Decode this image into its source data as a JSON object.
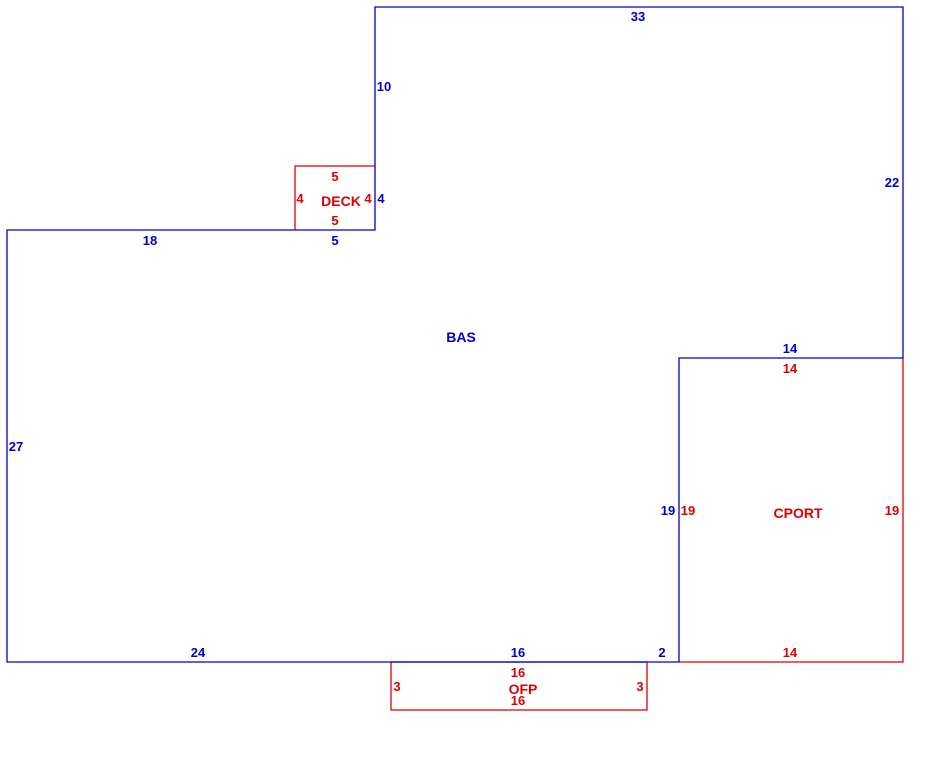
{
  "colors": {
    "bas": "#0000cc",
    "sub": "#dd0000"
  },
  "areas": {
    "bas": "BAS",
    "deck": "DECK",
    "cport": "CPORT",
    "ofp": "OFP"
  },
  "bas_dims": {
    "top": "33",
    "upper_left": "10",
    "right_upper": "22",
    "deck_right": "4",
    "deck_bottom": "5",
    "left_top": "18",
    "left": "27",
    "bottom_left": "24",
    "bottom_mid": "16",
    "bottom_jog": "2",
    "cport_left": "19",
    "cport_top": "14"
  },
  "deck_dims": {
    "top": "5",
    "left": "4",
    "right": "4",
    "bottom": "5"
  },
  "cport_dims": {
    "top": "14",
    "left": "19",
    "right": "19",
    "bottom": "14"
  },
  "ofp_dims": {
    "top": "16",
    "left": "3",
    "right": "3",
    "bottom": "16"
  }
}
